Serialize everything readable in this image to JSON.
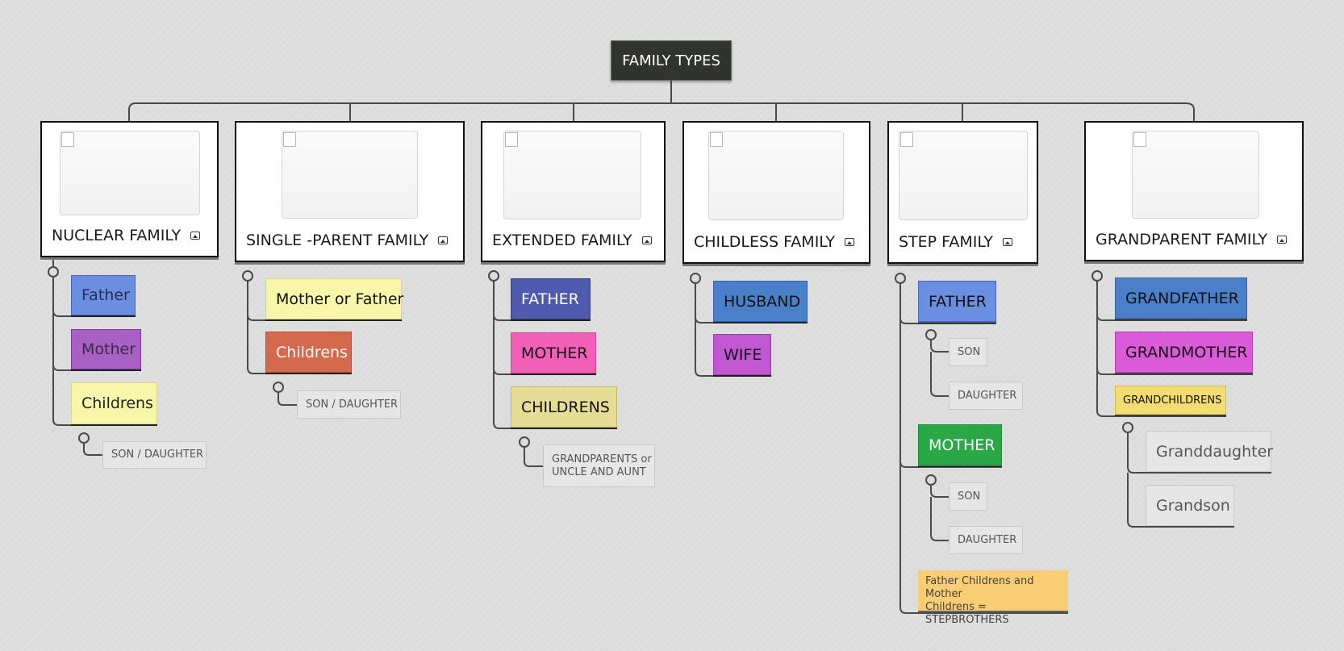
{
  "root": {
    "label": "FAMILY TYPES"
  },
  "colors": {
    "root_bg": "#31332f",
    "blue": "#6b8fe0",
    "purple": "#a860c4",
    "light_yellow": "#f8f6a8",
    "coral": "#d4694e",
    "dark_blue": "#4e5aad",
    "pink": "#f25fb7",
    "khaki": "#e6dd95",
    "steel_blue": "#4a7fc9",
    "violet": "#bf57d1",
    "green": "#2aa845",
    "magenta": "#db5ad8",
    "gold": "#f3dd70",
    "orange_note": "#f9cd73",
    "gray_box": "#e6e6e6"
  },
  "families": [
    {
      "title": "NUCLEAR FAMILY",
      "icon": "image-icon",
      "children": [
        {
          "label": "Father",
          "color": "blue"
        },
        {
          "label": "Mother",
          "color": "purple"
        },
        {
          "label": "Childrens",
          "color": "light_yellow",
          "children": [
            {
              "label": "SON / DAUGHTER"
            }
          ]
        }
      ]
    },
    {
      "title": "SINGLE -PARENT FAMILY",
      "icon": "image-icon",
      "children": [
        {
          "label": "Mother or Father",
          "color": "light_yellow"
        },
        {
          "label": "Childrens",
          "color": "coral",
          "children": [
            {
              "label": "SON / DAUGHTER"
            }
          ]
        }
      ]
    },
    {
      "title": "EXTENDED FAMILY",
      "icon": "image-icon",
      "children": [
        {
          "label": "FATHER",
          "color": "dark_blue"
        },
        {
          "label": "MOTHER",
          "color": "pink"
        },
        {
          "label": "CHILDRENS",
          "color": "khaki",
          "children": [
            {
              "label_line1": "GRANDPARENTS or",
              "label_line2": "UNCLE AND AUNT"
            }
          ]
        }
      ]
    },
    {
      "title": "CHILDLESS FAMILY",
      "icon": "image-icon",
      "children": [
        {
          "label": "HUSBAND",
          "color": "steel_blue"
        },
        {
          "label": "WIFE",
          "color": "violet"
        }
      ]
    },
    {
      "title": "STEP FAMILY",
      "icon": "image-icon",
      "children": [
        {
          "label": "FATHER",
          "color": "blue",
          "children": [
            {
              "label": "SON"
            },
            {
              "label": "DAUGHTER"
            }
          ]
        },
        {
          "label": "MOTHER",
          "color": "green",
          "children": [
            {
              "label": "SON"
            },
            {
              "label": "DAUGHTER"
            }
          ]
        },
        {
          "label_line1": "Father Childrens and Mother",
          "label_line2": "Childrens = STEPBROTHERS",
          "color": "orange_note"
        }
      ]
    },
    {
      "title": "GRANDPARENT FAMILY",
      "icon": "image-icon",
      "children": [
        {
          "label": "GRANDFATHER",
          "color": "steel_blue"
        },
        {
          "label": "GRANDMOTHER",
          "color": "magenta"
        },
        {
          "label": "GRANDCHILDRENS",
          "color": "gold",
          "children": [
            {
              "label": "Granddaughter"
            },
            {
              "label": "Grandson"
            }
          ]
        }
      ]
    }
  ]
}
